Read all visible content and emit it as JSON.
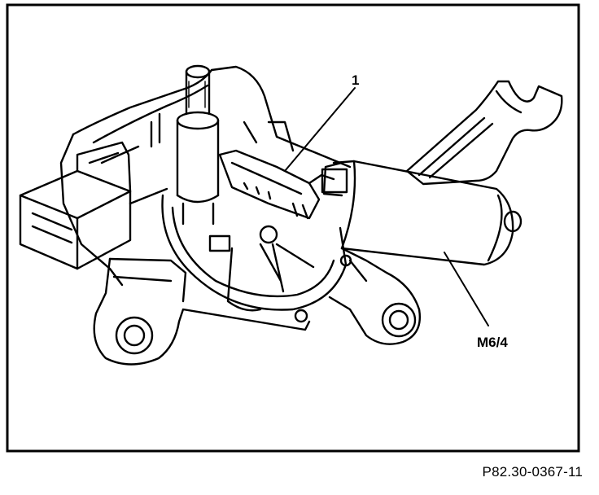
{
  "labels": {
    "callout_1": "1",
    "callout_motor": "M6/4"
  },
  "figure_reference": "P82.30-0367-11",
  "colors": {
    "line": "#000000",
    "background": "#ffffff"
  }
}
